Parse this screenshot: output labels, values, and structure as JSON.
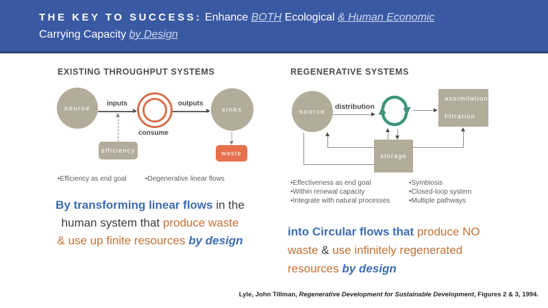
{
  "header": {
    "kicker": "THE KEY TO SUCCESS:",
    "enhance": "Enhance",
    "both": "BOTH",
    "ecological": "Ecological",
    "human_economic": "& Human Economic",
    "carrying": "Carrying Capacity",
    "by_design": "by Design"
  },
  "left_diagram": {
    "title": "EXISTING THROUGHPUT SYSTEMS",
    "nodes": {
      "source": "source",
      "consume": "consume",
      "sinks": "sinks",
      "efficiency": "efficiency",
      "waste": "waste"
    },
    "labels": {
      "inputs": "inputs",
      "outputs": "outputs"
    },
    "bullets": [
      "Efficiency as end goal",
      "Degenerative linear flows"
    ]
  },
  "right_diagram": {
    "title": "REGENERATIVE SYSTEMS",
    "nodes": {
      "source": "source",
      "storage": "storage",
      "assimilation": "assimilation",
      "filtration": "filtration"
    },
    "labels": {
      "distribution": "distribution"
    },
    "bullets_col1": [
      "Effectiveness as end goal",
      "Within renewal capacity",
      "Integrate with natural processes"
    ],
    "bullets_col2": [
      "Symbiosis",
      "Closed-loop system",
      "Multiple pathways"
    ]
  },
  "left_text": {
    "l1a": "By transforming linear flows",
    "l1b": " in the",
    "l2a": "human system that ",
    "l2b": "produce waste",
    "l3a": "& use up finite resources ",
    "l3b": "by design"
  },
  "right_text": {
    "l1a": "into Circular flows that",
    "l1b": " produce NO",
    "l2a": "waste",
    "l2b": " & ",
    "l2c": "use infinitely regenerated",
    "l3a": "resources ",
    "l3b": "by design"
  },
  "citation": {
    "pre": "Lyle, John Tillman, ",
    "italic": "Regenerative Development for Sustainable Development",
    "post": ", Figures 2 & 3, 1994."
  },
  "colors": {
    "header_blue": "#3A59A3",
    "tan": "#B4AC9A",
    "orange_accent": "#E7714C",
    "ring_orange": "#D76E49",
    "cycle_green": "#3F9579",
    "text_blue": "#3C6CB4",
    "text_orange": "#C37136"
  }
}
